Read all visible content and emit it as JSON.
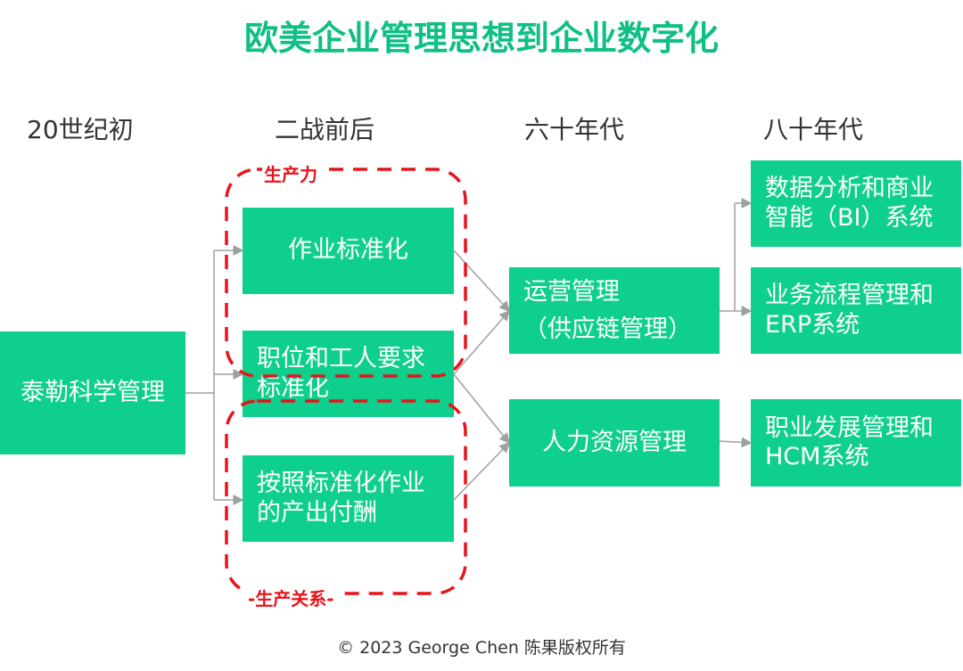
{
  "title": "欧美企业管理思想到企业数字化",
  "eras": [
    "20世纪初",
    "二战前后",
    "六十年代",
    "八十年代"
  ],
  "nodes": {
    "taylor": "泰勒科学管理",
    "standard_work": "作业标准化",
    "job_standard": [
      "职位和工人要求",
      "标准化"
    ],
    "pay_by_output": [
      "按照标准化作业",
      "的产出付酬"
    ],
    "ops_mgmt": [
      "运营管理",
      "（供应链管理）"
    ],
    "hr_mgmt": "人力资源管理",
    "bi": [
      "数据分析和商业",
      "智能（BI）系统"
    ],
    "erp": [
      "业务流程管理和",
      "ERP系统"
    ],
    "hcm": [
      "职业发展管理和",
      "HCM系统"
    ]
  },
  "groups": {
    "productivity": "生产力",
    "relations": "-生产关系-"
  },
  "footer": "© 2023 George Chen 陈果版权所有",
  "colors": {
    "title": "#0fbf85",
    "box": "#0fcf8c",
    "dashed": "#e8141b",
    "arrow": "#a0a0a0"
  }
}
